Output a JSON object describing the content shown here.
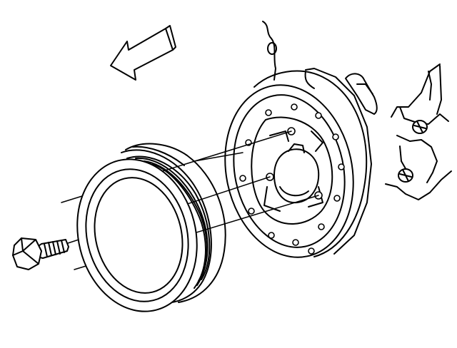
{
  "figure": {
    "kind": "exploded-assembly-line-drawing",
    "colors": {
      "ink": "#000000",
      "paper": "#ffffff"
    },
    "parts": [
      {
        "id": "direction-arrow",
        "icon": "arrow-left-icon"
      },
      {
        "id": "mounting-bolt",
        "icon": "bolt-icon"
      },
      {
        "id": "crankshaft-pulley",
        "icon": "pulley-icon"
      },
      {
        "id": "crankshaft-balancer",
        "icon": "balancer-icon"
      },
      {
        "id": "engine-block-section",
        "icon": "engine-block-icon"
      }
    ],
    "alignment_lines": 4
  }
}
